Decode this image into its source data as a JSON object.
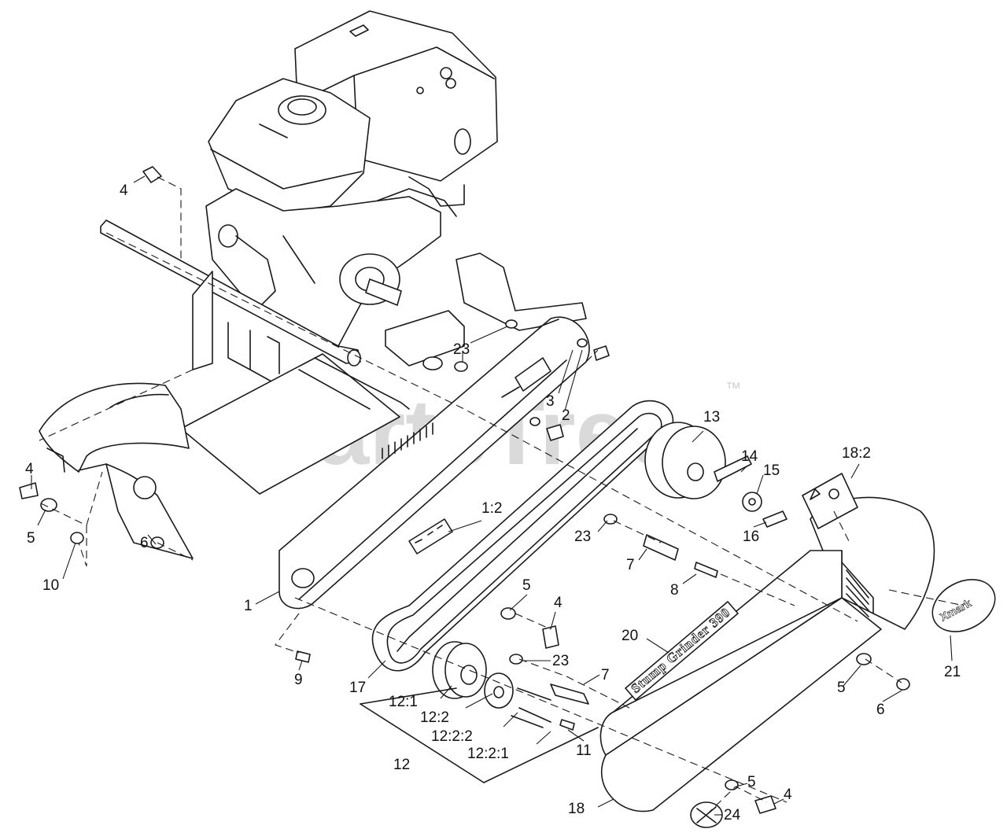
{
  "watermark": {
    "text": "PartsTree",
    "trademark": "™"
  },
  "decals": {
    "belt_guard_text": "Stump Grinder 390",
    "logo_text": "Xmark"
  },
  "callouts": {
    "c1": "1",
    "c1_2": "1:2",
    "c2": "2",
    "c3": "3",
    "c4a": "4",
    "c4b": "4",
    "c4c": "4",
    "c4d": "4",
    "c5a": "5",
    "c5b": "5",
    "c5c": "5",
    "c5d": "5",
    "c6a": "6",
    "c6b": "6",
    "c7a": "7",
    "c7b": "7",
    "c8": "8",
    "c9": "9",
    "c10": "10",
    "c11": "11",
    "c12": "12",
    "c12_1": "12:1",
    "c12_2": "12:2",
    "c12_2_1": "12:2:1",
    "c12_2_2": "12:2:2",
    "c13": "13",
    "c14": "14",
    "c15": "15",
    "c16": "16",
    "c17": "17",
    "c18": "18",
    "c18_2": "18:2",
    "c20": "20",
    "c21": "21",
    "c23a": "23",
    "c23b": "23",
    "c23c": "23",
    "c24": "24"
  }
}
